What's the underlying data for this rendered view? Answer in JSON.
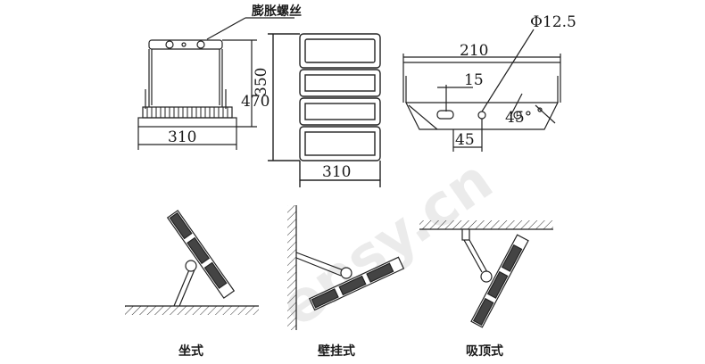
{
  "watermark": "ensy.cn",
  "callouts": {
    "screw": "膨胀螺丝",
    "diameter": "Φ12.5"
  },
  "dimensions": {
    "front_width": "310",
    "front_height": "350",
    "side_height": "470",
    "side_width": "310",
    "bracket_length": "210",
    "slot_offset": "15",
    "hole_offset": "45",
    "angle": "45°"
  },
  "mounting": [
    {
      "label": "坐式"
    },
    {
      "label": "壁挂式"
    },
    {
      "label": "吸顶式"
    }
  ]
}
